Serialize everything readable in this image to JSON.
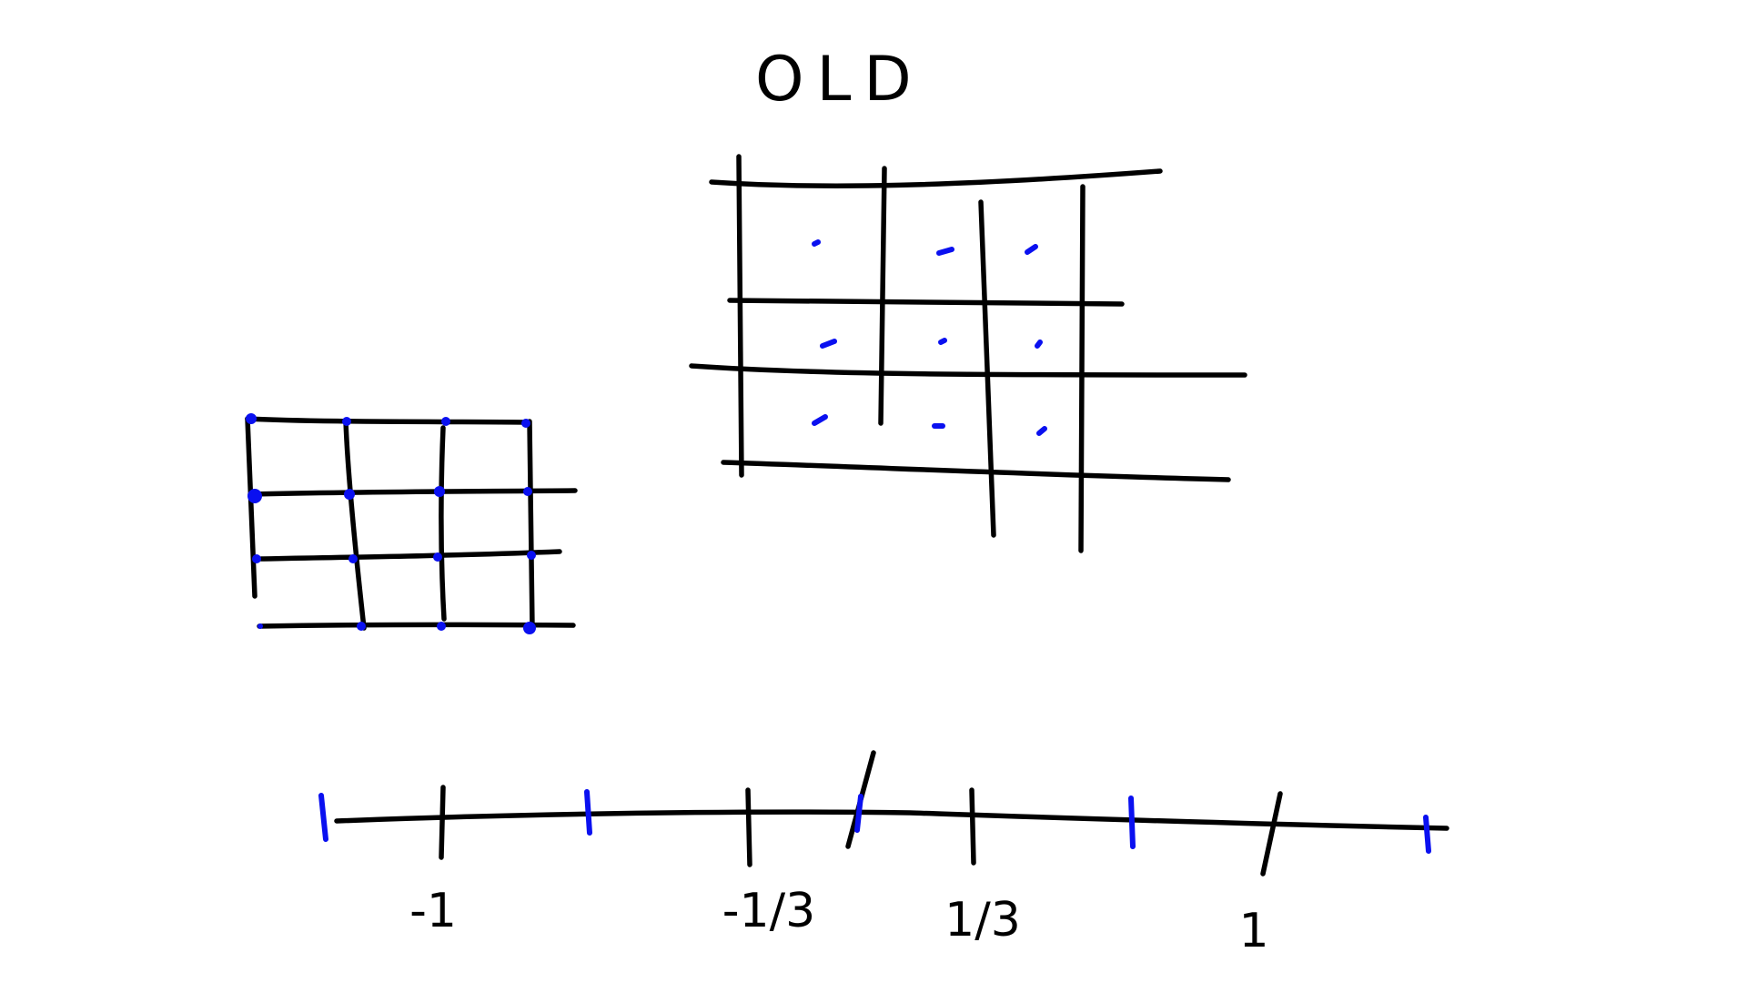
{
  "title": "OLD",
  "number_line": {
    "labels": [
      "-1",
      "-1/3",
      "1/3",
      "1"
    ]
  },
  "colors": {
    "ink": "#000000",
    "highlight": "#0a10f0",
    "background": "#ffffff"
  }
}
